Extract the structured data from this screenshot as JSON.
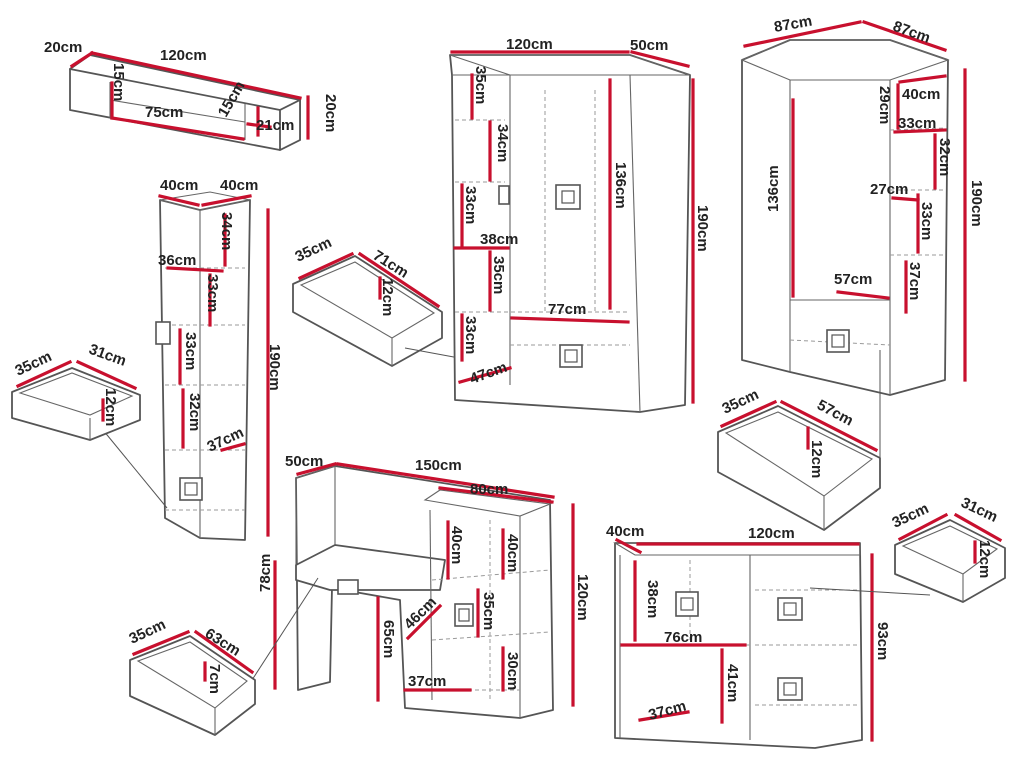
{
  "wall_shelf": {
    "width": "120cm",
    "depth": "20cm",
    "height": "20cm",
    "inner_width": "75cm",
    "left_shelf": "15cm",
    "right_shelf": "15cm",
    "side_width": "21cm"
  },
  "tall_bookcase": {
    "width": "40cm",
    "depth": "40cm",
    "height": "190cm",
    "shelf_1": "34cm",
    "inner_width": "36cm",
    "shelf_2": "33cm",
    "shelf_3": "33cm",
    "shelf_4": "32cm",
    "bottom_width": "37cm"
  },
  "drawer_bookcase": {
    "depth": "35cm",
    "width": "31cm",
    "height": "12cm"
  },
  "drawer_wardrobe": {
    "depth": "35cm",
    "width": "71cm",
    "height": "12cm"
  },
  "wardrobe": {
    "width": "120cm",
    "depth": "50cm",
    "height": "190cm",
    "shelf_1": "35cm",
    "shelf_2": "34cm",
    "shelf_3": "33cm",
    "inner_width_shelves": "38cm",
    "shelf_4": "35cm",
    "shelf_5": "33cm",
    "hanging_height": "136cm",
    "hanging_width": "77cm",
    "drawer_width": "47cm"
  },
  "corner_wardrobe": {
    "side_a": "87cm",
    "side_b": "87cm",
    "height": "190cm",
    "hanging_height": "136cm",
    "shelf_width": "40cm",
    "shelf_1": "29cm",
    "inner_width": "33cm",
    "shelf_2": "32cm",
    "shelf_3_width": "27cm",
    "shelf_3": "33cm",
    "shelf_4": "37cm",
    "bottom_width": "57cm"
  },
  "drawer_corner": {
    "depth": "35cm",
    "width": "57cm",
    "height": "12cm"
  },
  "desk": {
    "depth": "50cm",
    "width": "150cm",
    "top_width": "80cm",
    "height": "78cm",
    "knee_height": "65cm",
    "shelf_1": "40cm",
    "shelf_2": "40cm",
    "shelf_width": "46cm",
    "shelf_3": "35cm",
    "shelf_4": "30cm",
    "bottom_width": "37cm",
    "total_height": "120cm"
  },
  "drawer_desk": {
    "depth": "35cm",
    "width": "63cm",
    "height": "7cm"
  },
  "chest": {
    "depth": "40cm",
    "width": "120cm",
    "height": "93cm",
    "shelf_1": "38cm",
    "inner_width": "76cm",
    "shelf_2": "41cm",
    "bottom_width": "37cm"
  },
  "drawer_chest": {
    "depth": "35cm",
    "width": "31cm",
    "height": "12cm"
  }
}
